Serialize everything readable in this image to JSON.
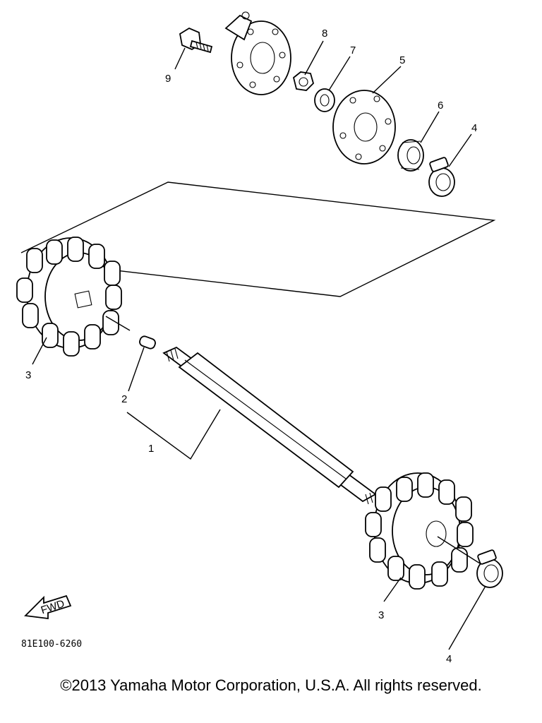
{
  "callouts": [
    {
      "id": "p1",
      "label": "1"
    },
    {
      "id": "p2",
      "label": "2"
    },
    {
      "id": "p3a",
      "label": "3"
    },
    {
      "id": "p3b",
      "label": "3"
    },
    {
      "id": "p4a",
      "label": "4"
    },
    {
      "id": "p4b",
      "label": "4"
    },
    {
      "id": "p5",
      "label": "5"
    },
    {
      "id": "p6",
      "label": "6"
    },
    {
      "id": "p7",
      "label": "7"
    },
    {
      "id": "p8",
      "label": "8"
    },
    {
      "id": "p9",
      "label": "9"
    }
  ],
  "fwd_label": "FWD",
  "diagram_code": "81E100-6260",
  "copyright": "©2013 Yamaha Motor Corporation, U.S.A. All rights reserved."
}
